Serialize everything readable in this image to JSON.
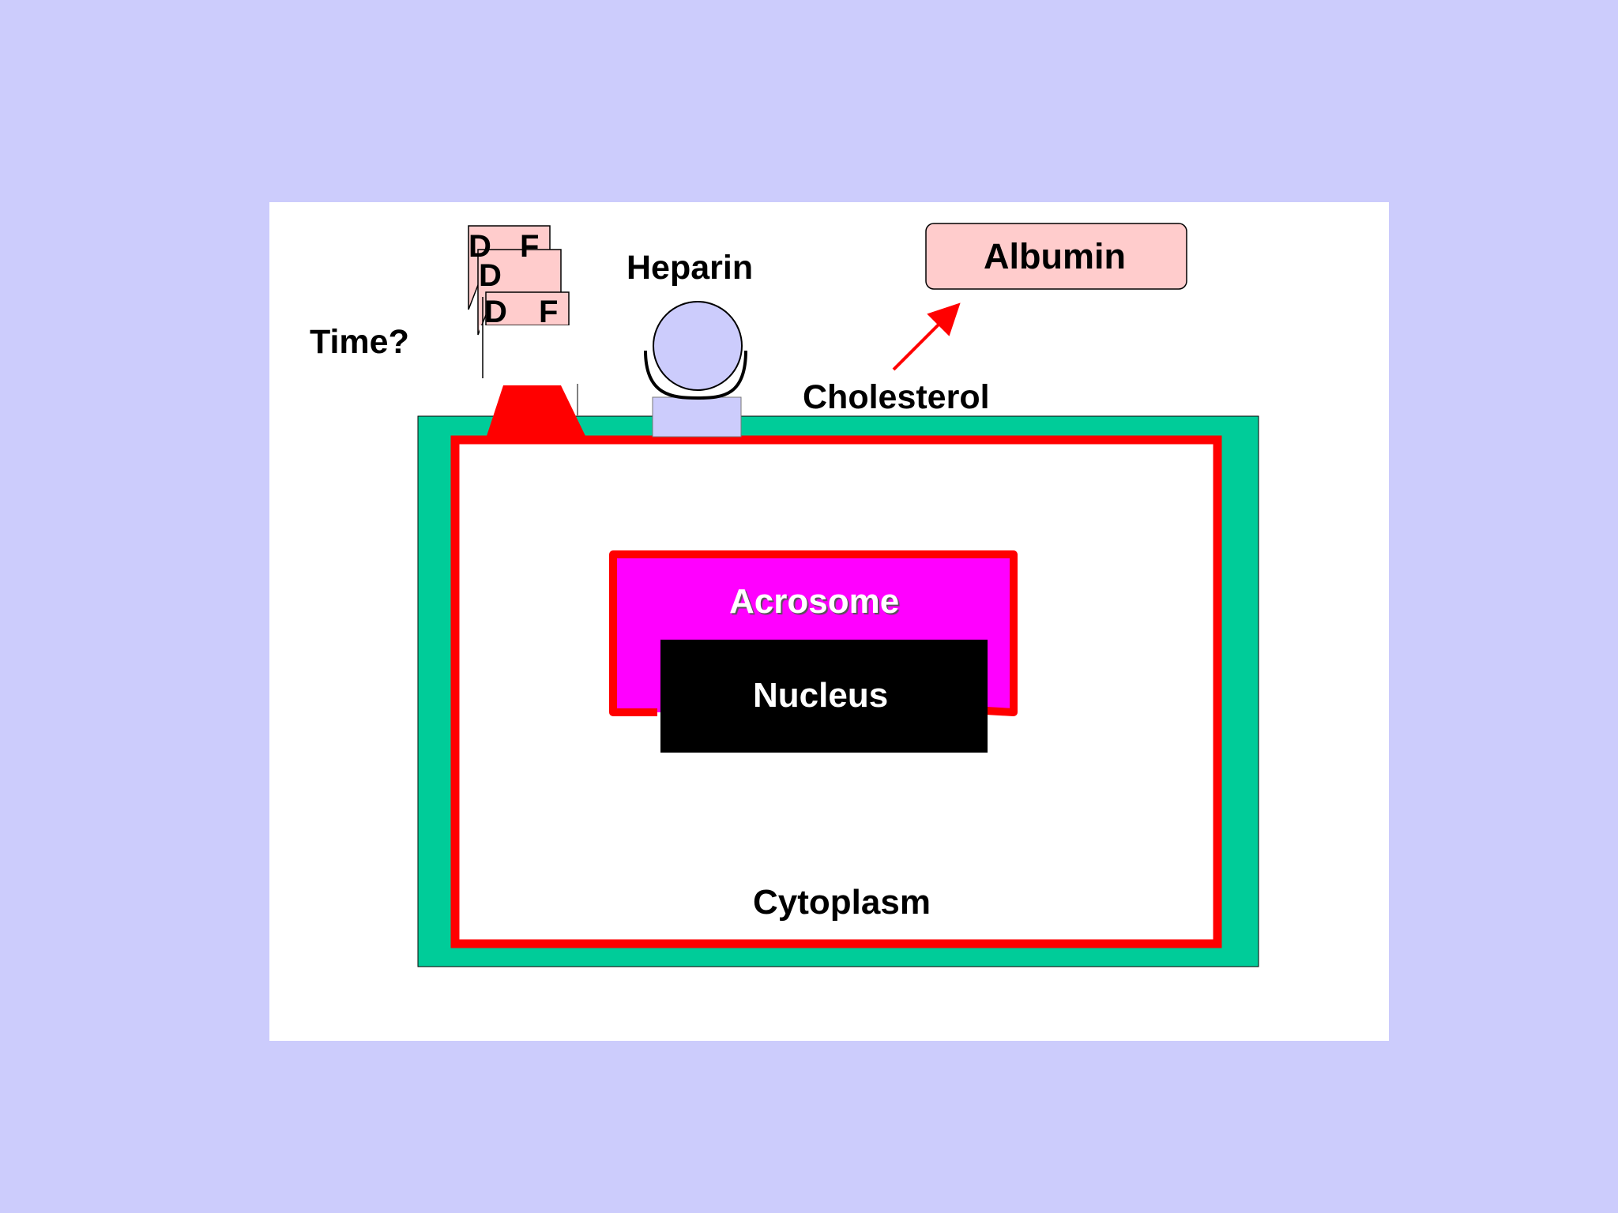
{
  "labels": {
    "time": "Time?",
    "heparin": "Heparin",
    "albumin": "Albumin",
    "cholesterol": "Cholesterol",
    "acrosome": "Acrosome",
    "nucleus": "Nucleus",
    "cytoplasm": "Cytoplasm",
    "df_letter_d": "D",
    "df_letter_f": "F"
  },
  "colors": {
    "background": "#ccccfc",
    "slide": "#ffffff",
    "outer_membrane": "#00cc99",
    "plasma_membrane": "#ff0000",
    "acrosome": "#ff00ff",
    "nucleus": "#000000",
    "albumin_box": "#ffcccc",
    "df_card": "#ffcccc",
    "heparin_receptor": "#ccccfc",
    "arrow": "#ff0000"
  }
}
